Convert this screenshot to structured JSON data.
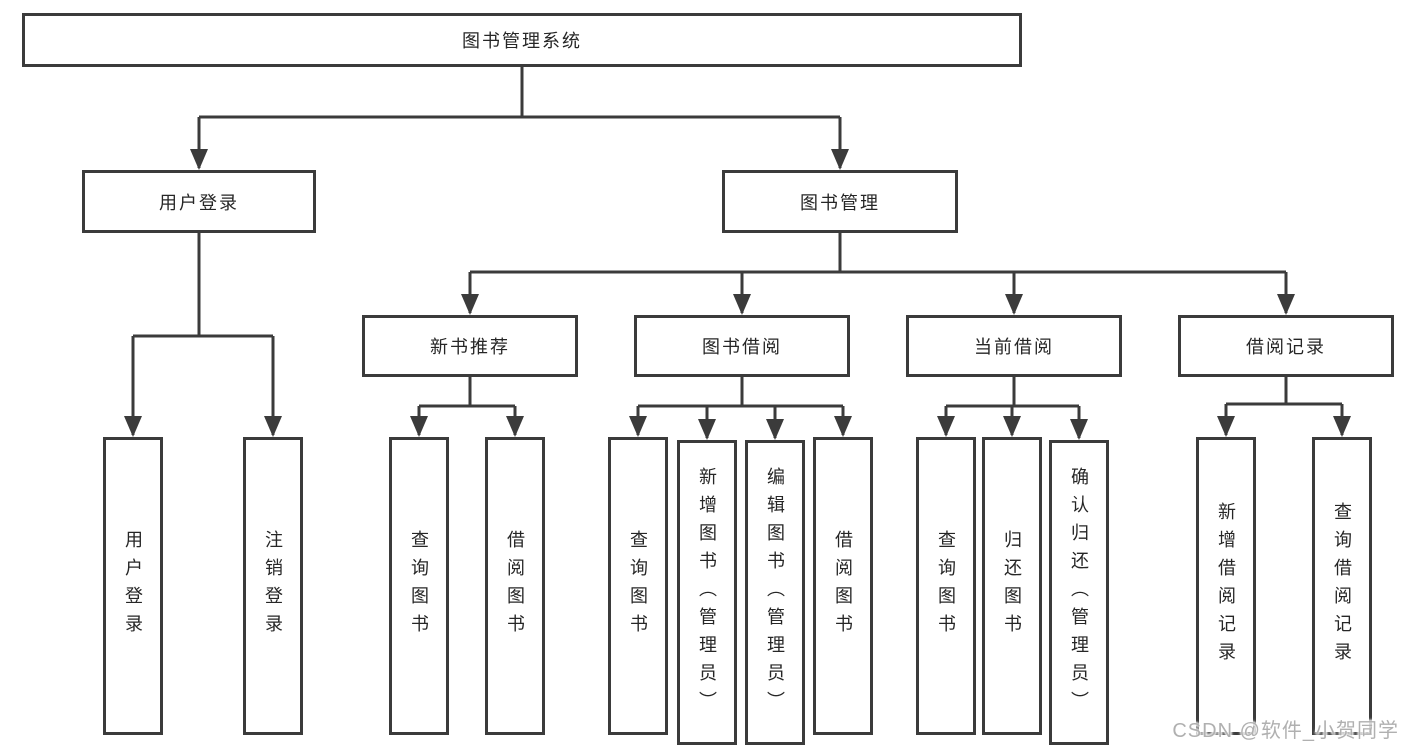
{
  "diagram": {
    "type": "hierarchy-tree",
    "title": "图书管理系统",
    "watermark": "CSDN @软件_小贺同学",
    "colors": {
      "line": "#3b3b3b",
      "box_border": "#3b3b3b",
      "box_background": "#ffffff",
      "text": "#262626",
      "watermark": "#b0b0b0"
    },
    "nodes": {
      "root": {
        "label": "图书管理系统"
      },
      "user_login": {
        "label": "用户登录"
      },
      "book_mgmt": {
        "label": "图书管理"
      },
      "new_rec": {
        "label": "新书推荐"
      },
      "borrow": {
        "label": "图书借阅"
      },
      "current": {
        "label": "当前借阅"
      },
      "records": {
        "label": "借阅记录"
      },
      "login_v": {
        "label": "用户登录"
      },
      "logout_v": {
        "label": "注销登录"
      },
      "nr_query": {
        "label": "查询图书"
      },
      "nr_borrow": {
        "label": "借阅图书"
      },
      "bb_query": {
        "label": "查询图书"
      },
      "bb_add": {
        "label": "新增图书（管理员）"
      },
      "bb_edit": {
        "label": "编辑图书（管理员）"
      },
      "bb_borrow": {
        "label": "借阅图书"
      },
      "cb_query": {
        "label": "查询图书"
      },
      "cb_return": {
        "label": "归还图书"
      },
      "cb_confirm": {
        "label": "确认归还（管理员）"
      },
      "br_add": {
        "label": "新增借阅记录"
      },
      "br_query": {
        "label": "查询借阅记录"
      }
    },
    "structure": {
      "label": "图书管理系统",
      "children": [
        {
          "label": "用户登录",
          "children": [
            {
              "label": "用户登录"
            },
            {
              "label": "注销登录"
            }
          ]
        },
        {
          "label": "图书管理",
          "children": [
            {
              "label": "新书推荐",
              "children": [
                {
                  "label": "查询图书"
                },
                {
                  "label": "借阅图书"
                }
              ]
            },
            {
              "label": "图书借阅",
              "children": [
                {
                  "label": "查询图书"
                },
                {
                  "label": "新增图书（管理员）"
                },
                {
                  "label": "编辑图书（管理员）"
                },
                {
                  "label": "借阅图书"
                }
              ]
            },
            {
              "label": "当前借阅",
              "children": [
                {
                  "label": "查询图书"
                },
                {
                  "label": "归还图书"
                },
                {
                  "label": "确认归还（管理员）"
                }
              ]
            },
            {
              "label": "借阅记录",
              "children": [
                {
                  "label": "新增借阅记录"
                },
                {
                  "label": "查询借阅记录"
                }
              ]
            }
          ]
        }
      ]
    }
  }
}
